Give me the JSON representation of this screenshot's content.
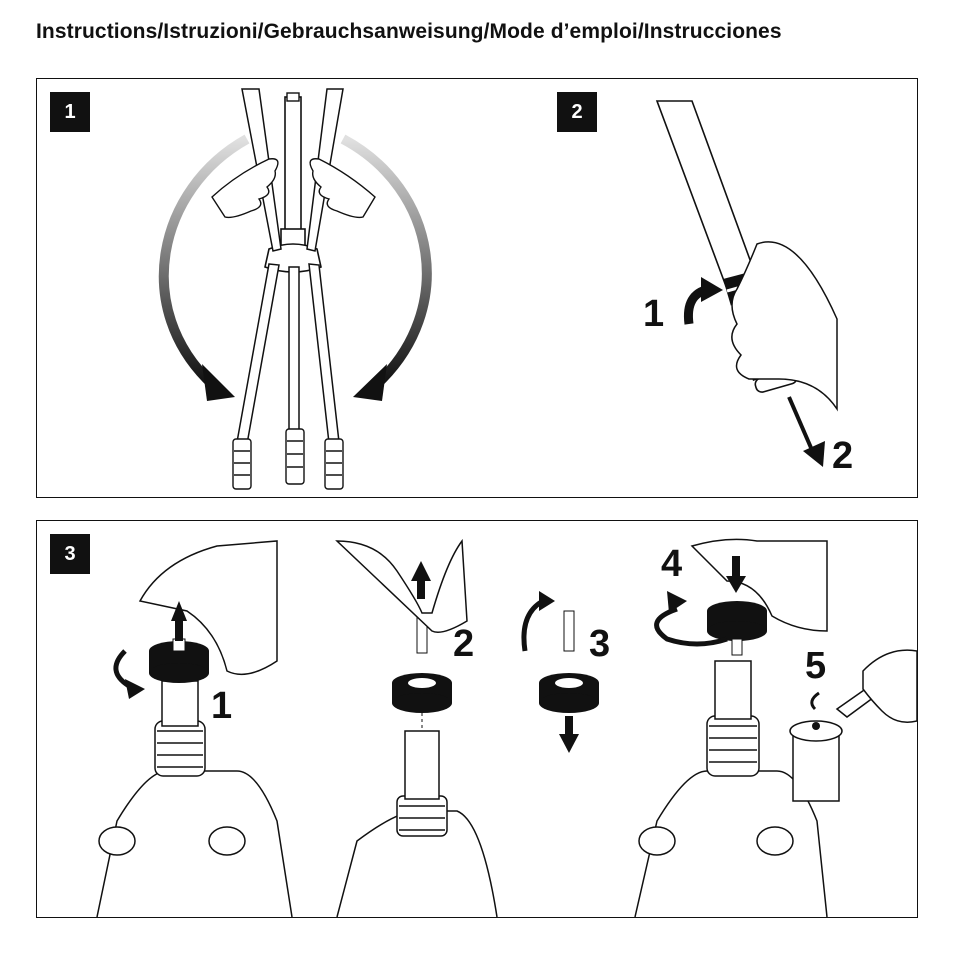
{
  "header": {
    "title": "Instructions/Istruzioni/Gebrauchsanweisung/Mode d’emploi/Instrucciones"
  },
  "panels": {
    "top": {
      "badge_left": "1",
      "badge_right": "2",
      "steps": [
        "1",
        "2"
      ]
    },
    "bottom": {
      "badge": "3",
      "steps": [
        "1",
        "2",
        "3",
        "4",
        "5"
      ]
    }
  },
  "colors": {
    "ink": "#111111",
    "paper": "#ffffff",
    "shade": "#d9d9d9"
  }
}
